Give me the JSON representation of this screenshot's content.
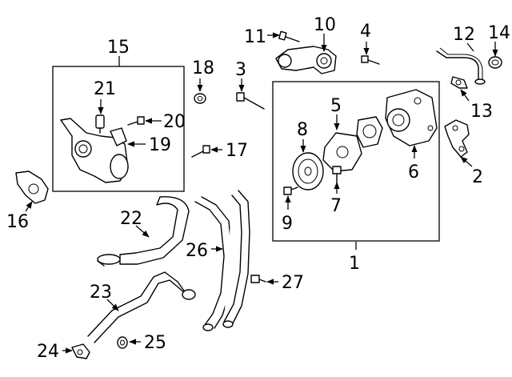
{
  "callouts": {
    "c1": "1",
    "c2": "2",
    "c3": "3",
    "c4": "4",
    "c5": "5",
    "c6": "6",
    "c7": "7",
    "c8": "8",
    "c9": "9",
    "c10": "10",
    "c11": "11",
    "c12": "12",
    "c13": "13",
    "c14": "14",
    "c15": "15",
    "c16": "16",
    "c17": "17",
    "c18": "18",
    "c19": "19",
    "c20": "20",
    "c21": "21",
    "c22": "22",
    "c23": "23",
    "c24": "24",
    "c25": "25",
    "c26": "26",
    "c27": "27"
  },
  "colors": {
    "line": "#000000",
    "background": "#ffffff"
  }
}
